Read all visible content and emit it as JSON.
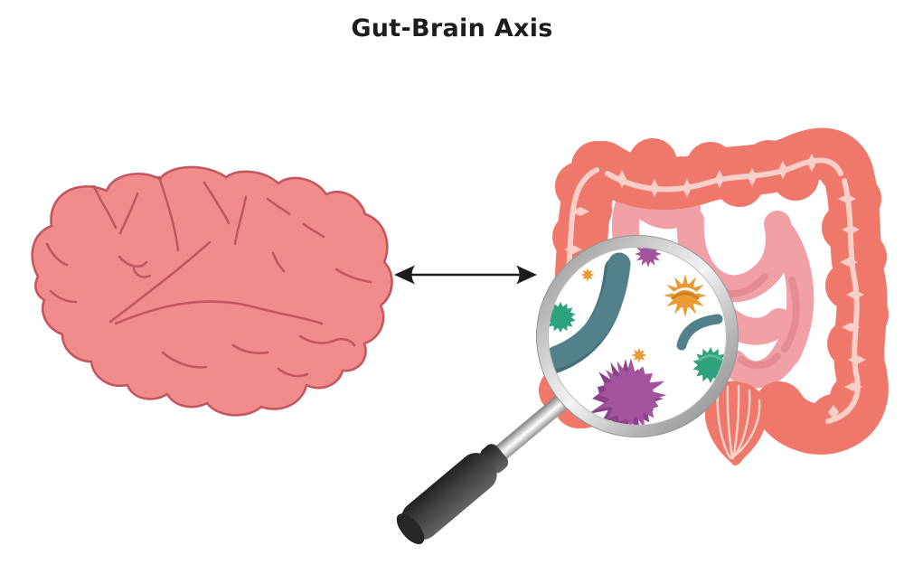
{
  "title": "Gut-Brain Axis",
  "illustration": {
    "left_element": "brain (side view, cartoon)",
    "right_element": "intestines (large and small bowel) with magnifying glass",
    "link": "double-headed arrow between brain and gut",
    "magnifier_focus": "gut microbes",
    "microbes": [
      {
        "name": "large curved rod bacterium",
        "color_name": "teal"
      },
      {
        "name": "small curved rod bacterium",
        "color_name": "teal"
      },
      {
        "name": "small spiky virus",
        "color_name": "purple"
      },
      {
        "name": "large spiky microbe",
        "color_name": "purple"
      },
      {
        "name": "sun-shaped microbe",
        "color_name": "orange"
      },
      {
        "name": "tiny star microbe (upper)",
        "color_name": "orange"
      },
      {
        "name": "tiny star microbe (lower)",
        "color_name": "orange"
      },
      {
        "name": "gear-shaped microbe (left)",
        "color_name": "green"
      },
      {
        "name": "gear-shaped microbe (right)",
        "color_name": "green"
      }
    ]
  },
  "colors": {
    "text": "#1d1d1b",
    "arrow": "#1d1d1b",
    "brain_fill": "#f28c8c",
    "brain_outline": "#c4565e",
    "colon": "#ef786b",
    "colon_highlight": "#f8d0c8",
    "small_intestine": "#f1a0a5",
    "small_intestine_shadow": "#e58b92",
    "magnifier_rim": "#bfbfbf",
    "handle_grip": "#3f3f3f",
    "microbe_teal": "#53818b",
    "microbe_teal_dark": "#45707a",
    "microbe_green": "#2ea17e",
    "microbe_green_light": "#5cb998",
    "microbe_orange": "#e89b33",
    "microbe_orange_dark": "#cf7d20",
    "microbe_purple": "#a4549d",
    "microbe_purple_dark": "#8a4386"
  }
}
